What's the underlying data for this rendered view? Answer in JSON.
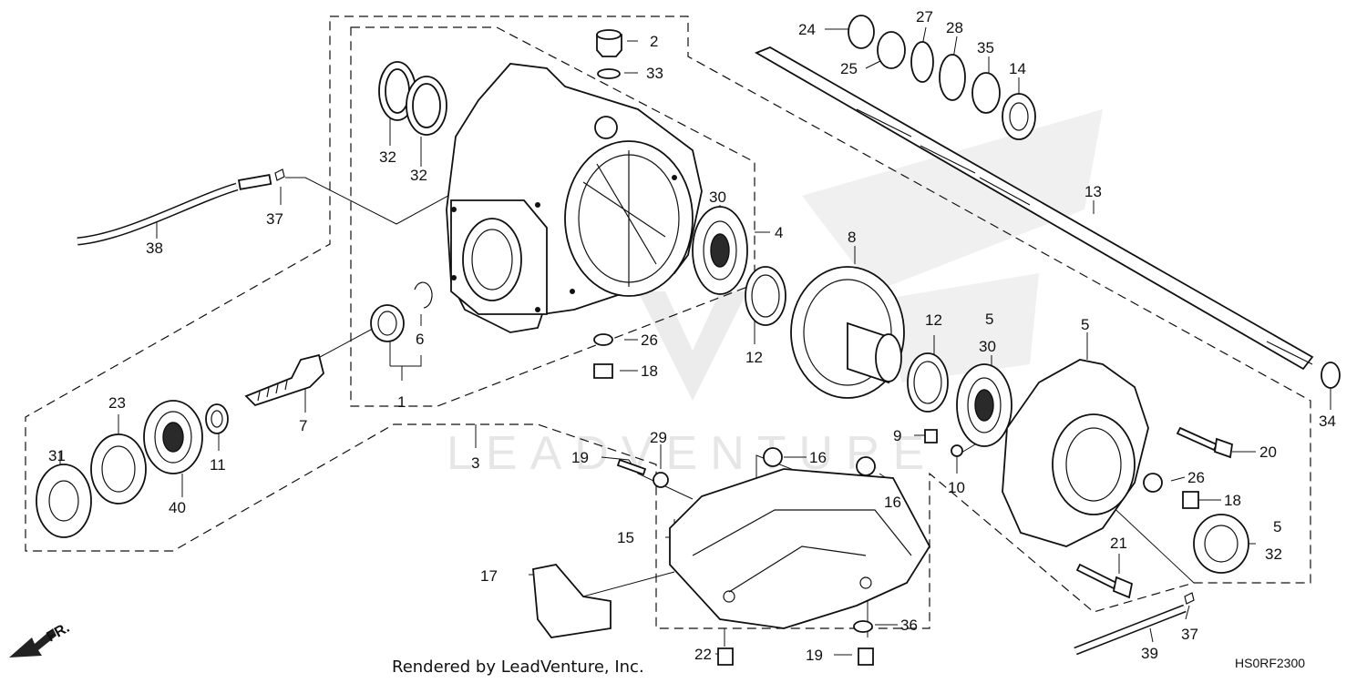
{
  "diagram": {
    "callouts": {
      "c1": "1",
      "c2": "2",
      "c3": "3",
      "c4": "4",
      "c5a": "5",
      "c5b": "5",
      "c5c": "5",
      "c6": "6",
      "c7": "7",
      "c8": "8",
      "c9": "9",
      "c10": "10",
      "c11": "11",
      "c12a": "12",
      "c12b": "12",
      "c13": "13",
      "c14": "14",
      "c15": "15",
      "c16a": "16",
      "c16b": "16",
      "c17": "17",
      "c18a": "18",
      "c18b": "18",
      "c19a": "19",
      "c19b": "19",
      "c20": "20",
      "c21": "21",
      "c22": "22",
      "c23": "23",
      "c24": "24",
      "c25": "25",
      "c26a": "26",
      "c26b": "26",
      "c27": "27",
      "c28": "28",
      "c29": "29",
      "c30a": "30",
      "c30b": "30",
      "c31": "31",
      "c32a": "32",
      "c32b": "32",
      "c32c": "32",
      "c33": "33",
      "c34": "34",
      "c35": "35",
      "c36": "36",
      "c37a": "37",
      "c37b": "37",
      "c38": "38",
      "c39": "39",
      "c40": "40"
    },
    "credit": "Rendered by LeadVenture, Inc.",
    "diagram_code": "HS0RF2300",
    "front_indicator": "FR.",
    "watermark": "LEADVENTURE"
  }
}
